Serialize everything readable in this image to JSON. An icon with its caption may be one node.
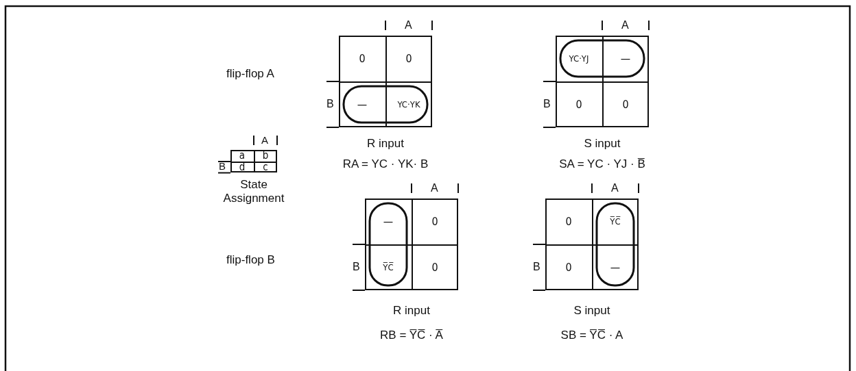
{
  "diagram": {
    "nodes": [
      {
        "text": [],
        "shape": "box",
        "beside": [
          "A",
          "B",
          "State Assignment"
        ]
      },
      {
        "text": [
          "a"
        ],
        "in": 0
      },
      {
        "text": [
          "b"
        ],
        "in": 0
      },
      {
        "text": [
          "d"
        ],
        "in": 0
      },
      {
        "text": [
          "c"
        ],
        "in": 0
      },
      {
        "text": [],
        "shape": "box",
        "beside": [
          "A",
          "B",
          "R input",
          "RA = YC · YK· B"
        ]
      },
      {
        "text": [
          "0"
        ],
        "in": 5
      },
      {
        "text": [
          "0"
        ],
        "in": 5
      },
      {
        "text": [
          "—"
        ],
        "in": 5
      },
      {
        "text": [
          "YC·YK"
        ],
        "in": 5
      },
      {
        "text": [],
        "shape": "box",
        "beside": [
          "A",
          "B",
          "S input",
          "SA = YC · YJ · B̅"
        ]
      },
      {
        "text": [
          "YC·YJ"
        ],
        "in": 10
      },
      {
        "text": [
          "—"
        ],
        "in": 10
      },
      {
        "text": [
          "0"
        ],
        "in": 10
      },
      {
        "text": [
          "0"
        ],
        "in": 10
      },
      {
        "text": [],
        "shape": "box",
        "beside": [
          "A",
          "B",
          "R input",
          "RB = Y̅C̅ · A̅"
        ]
      },
      {
        "text": [
          "—"
        ],
        "in": 15
      },
      {
        "text": [
          "0"
        ],
        "in": 15
      },
      {
        "text": [
          "Y̅C̅"
        ],
        "in": 15
      },
      {
        "text": [
          "0"
        ],
        "in": 15
      },
      {
        "text": [],
        "shape": "box",
        "beside": [
          "A",
          "B",
          "S input",
          "SB = Y̅C̅ · A"
        ]
      },
      {
        "text": [
          "0"
        ],
        "in": 20
      },
      {
        "text": [
          "Y̅C̅"
        ],
        "in": 20
      },
      {
        "text": [
          "0"
        ],
        "in": 20
      },
      {
        "text": [
          "—"
        ],
        "in": 20
      }
    ],
    "labels": [
      "flip-flop A",
      "flip-flop B"
    ]
  }
}
